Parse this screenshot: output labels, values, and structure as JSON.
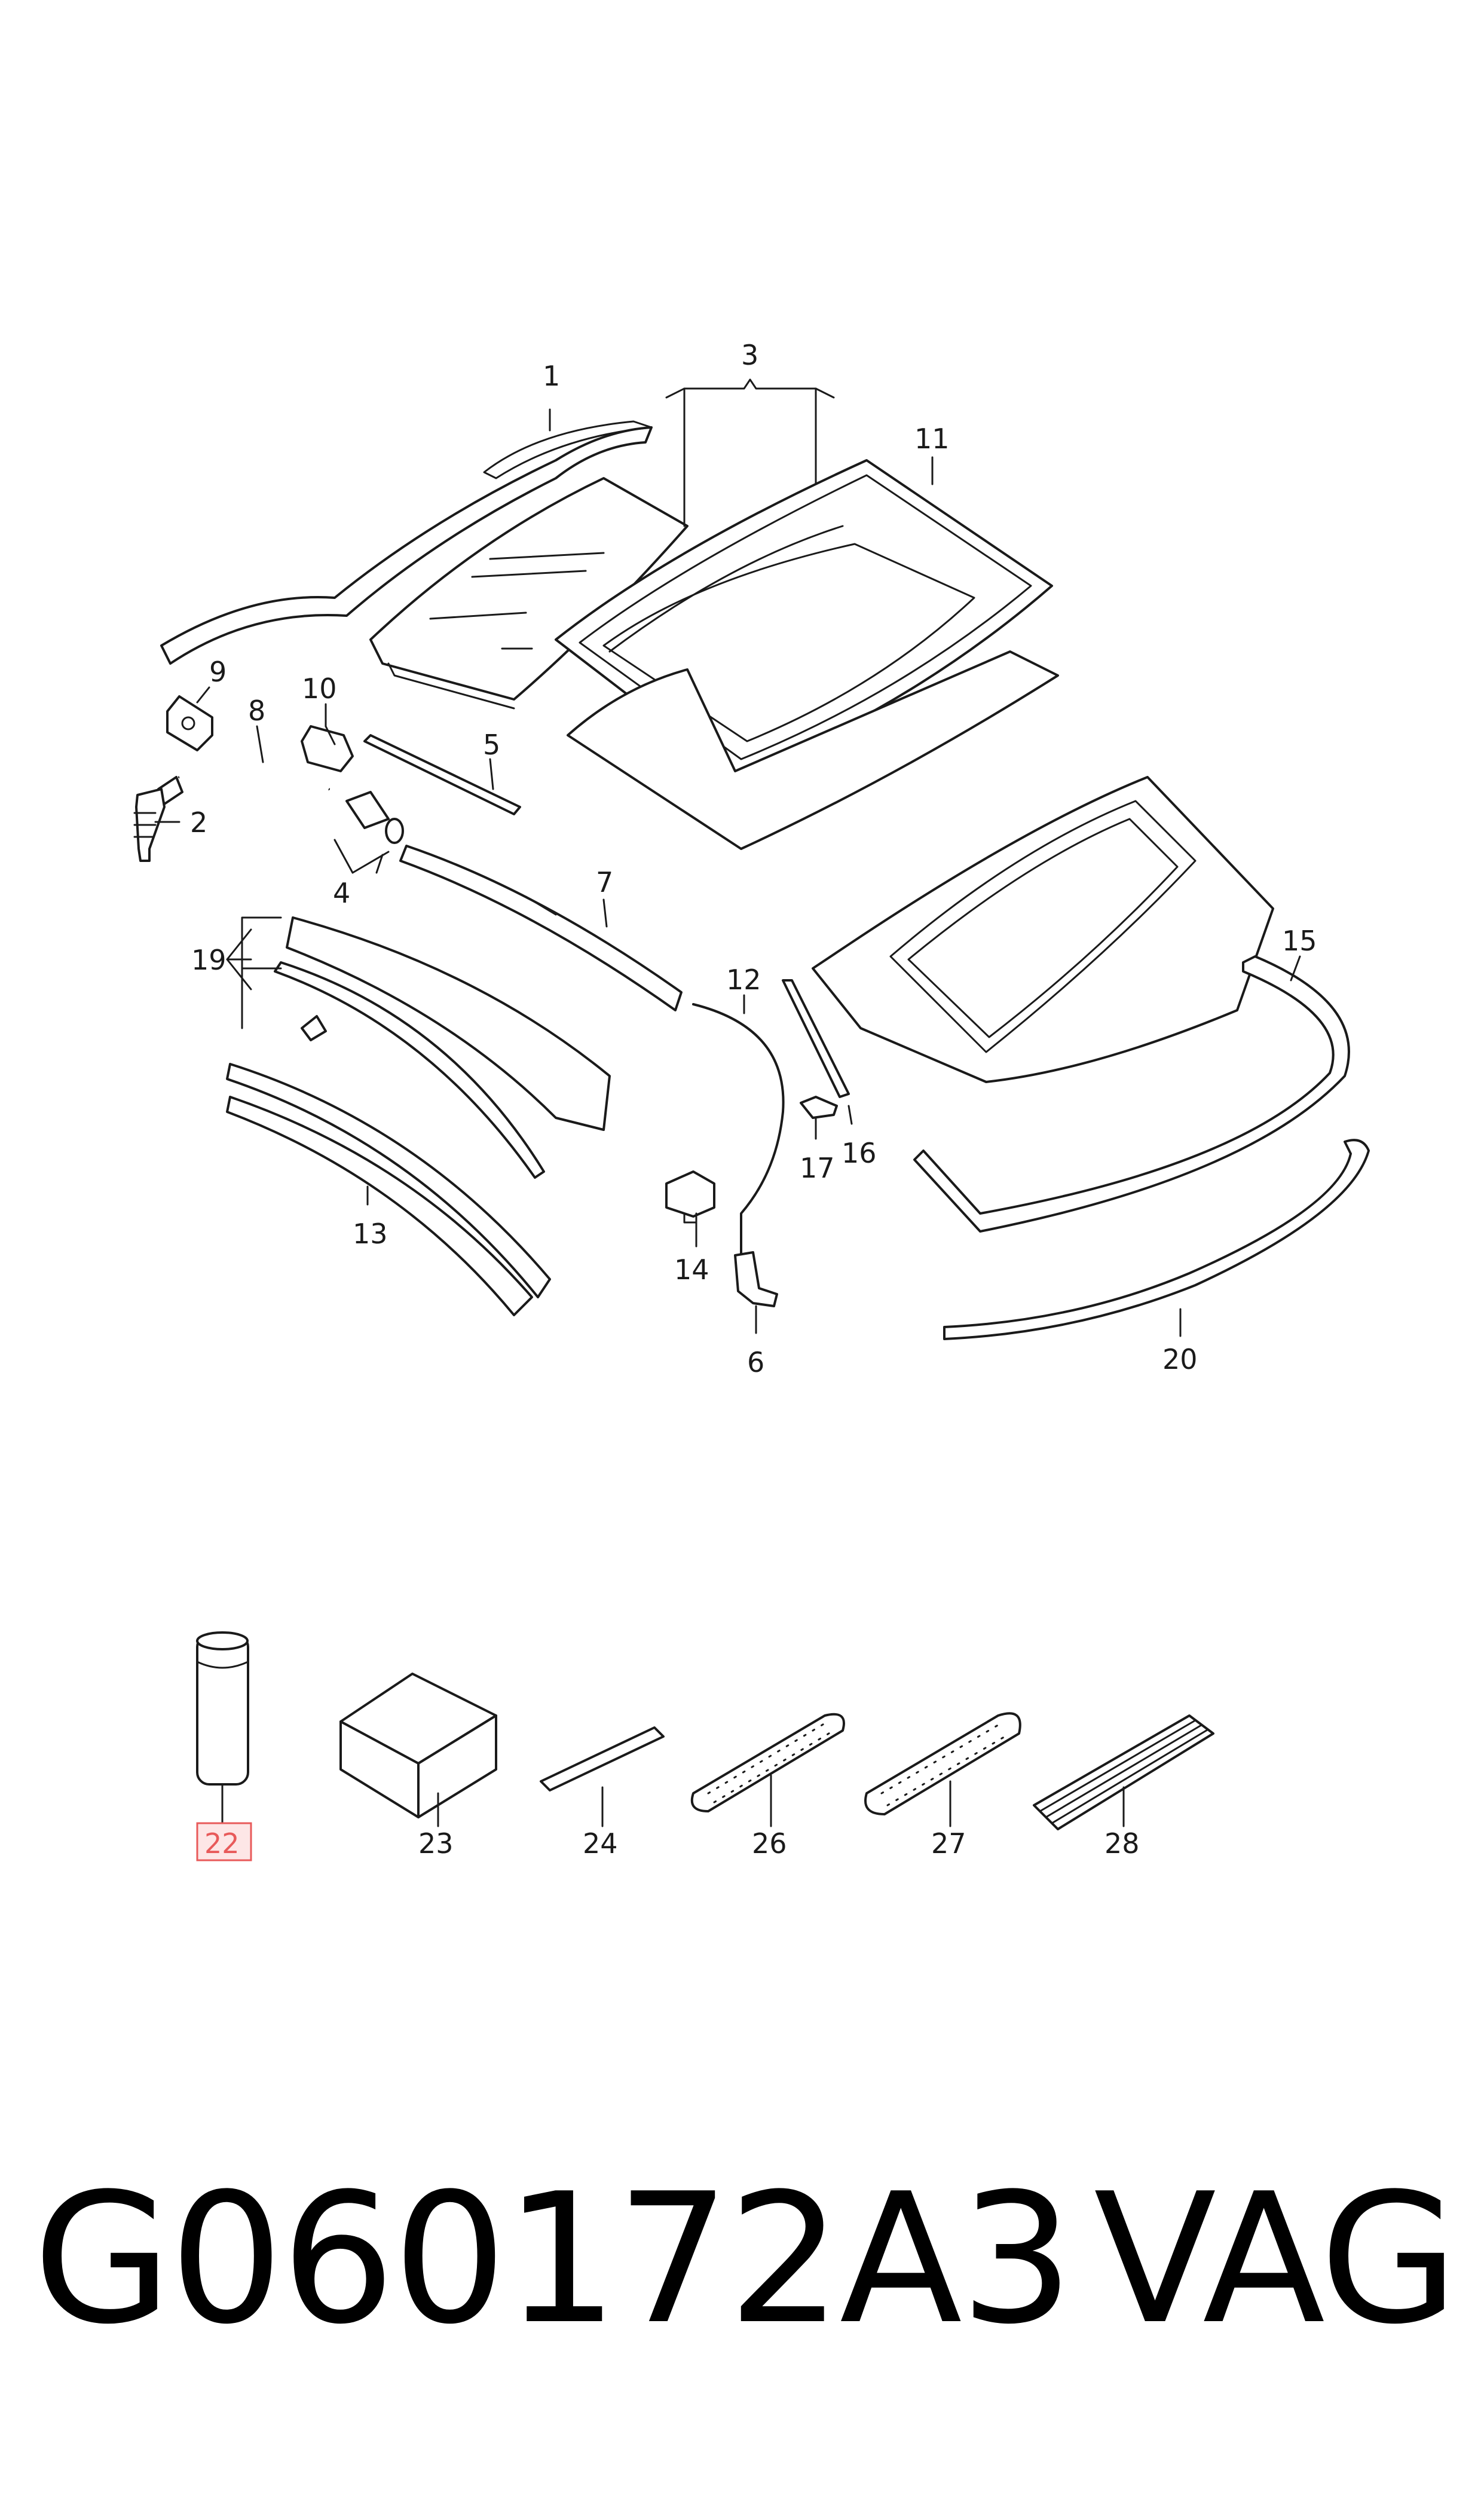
{
  "diagram": {
    "callouts": [
      "1",
      "2",
      "3",
      "4",
      "5",
      "6",
      "7",
      "8",
      "9",
      "10",
      "11",
      "12",
      "13",
      "14",
      "15",
      "16",
      "17",
      "19",
      "20"
    ],
    "accessory_callouts": [
      "22",
      "23",
      "24",
      "26",
      "27",
      "28"
    ],
    "highlighted_callout": "22",
    "highlight_color": "#e85a5a",
    "highlight_fill": "#fde6e6"
  },
  "footer": {
    "part_number": "G060172A3",
    "brand": "VAG"
  }
}
